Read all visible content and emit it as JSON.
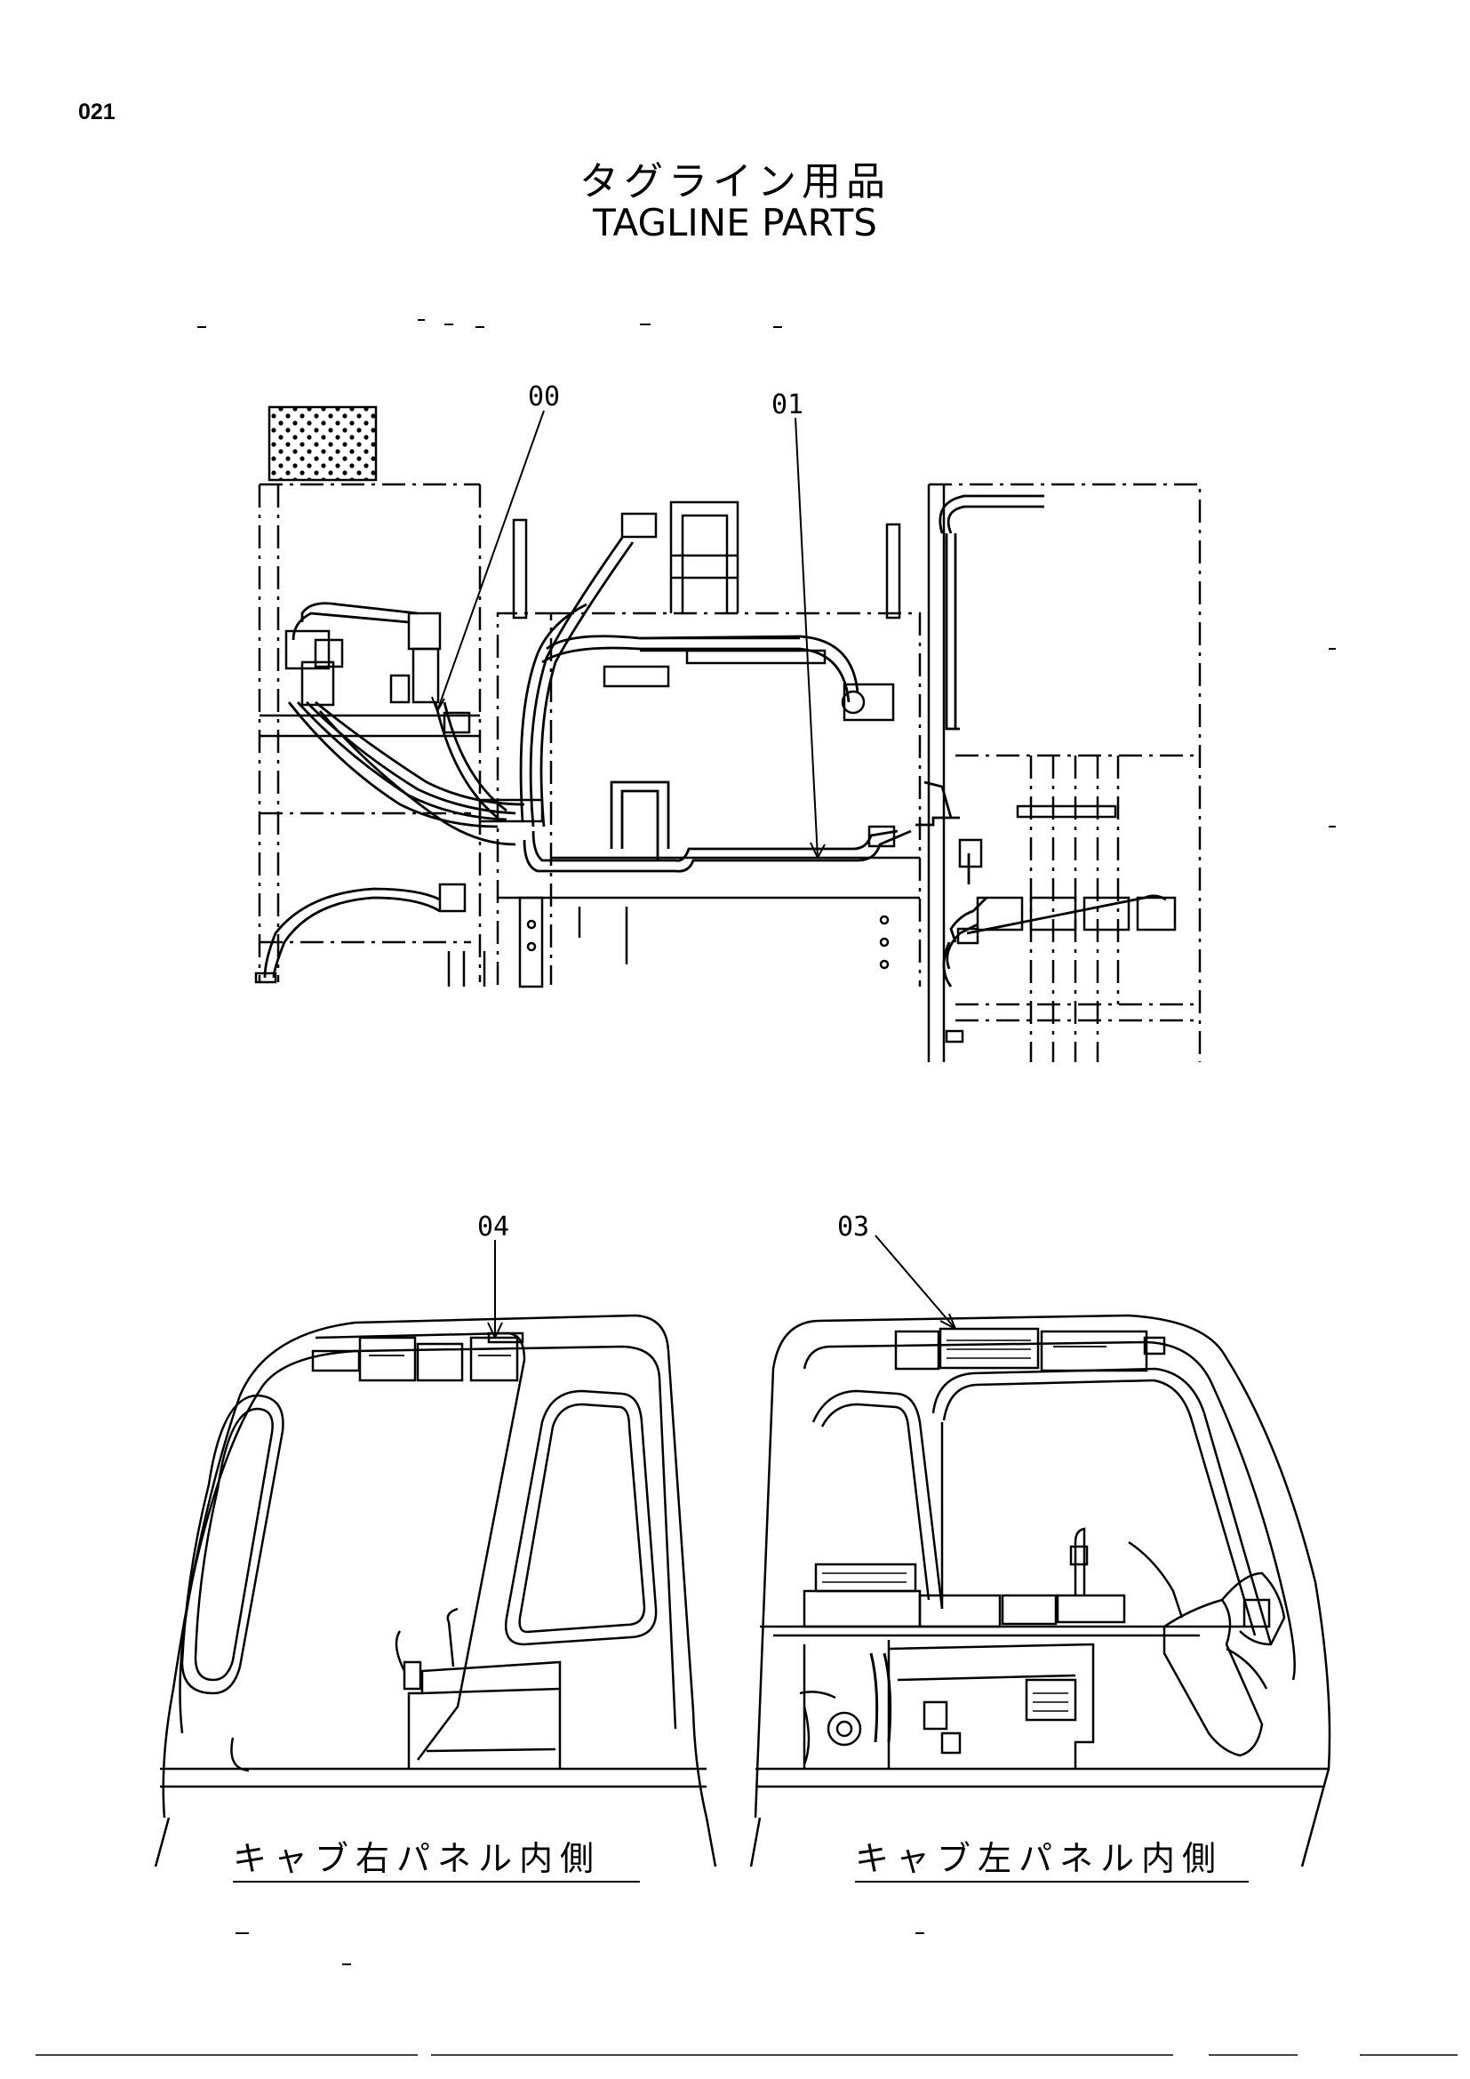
{
  "page": {
    "number": "021"
  },
  "title": {
    "japanese": "タグライン用品",
    "english": "TAGLINE PARTS"
  },
  "callouts": {
    "c00": "00",
    "c01": "01",
    "c03": "03",
    "c04": "04"
  },
  "captions": {
    "right_panel": "キャブ右パネル内側",
    "left_panel": "キャブ左パネル内側"
  },
  "colors": {
    "line": "#000000",
    "background": "#ffffff"
  }
}
